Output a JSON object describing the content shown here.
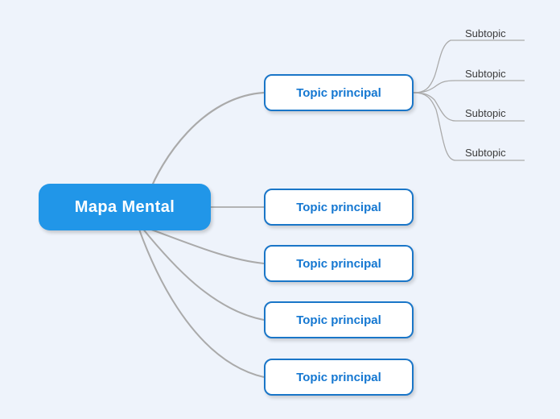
{
  "diagram": {
    "type": "mind-map",
    "background_color": "#eef3fb",
    "root": {
      "label": "Mapa Mental",
      "fill": "#2196e8",
      "text_color": "#ffffff"
    },
    "branch_color": "#aaaaaa",
    "topic_style": {
      "fill": "#ffffff",
      "border": "#1a76c8",
      "text_color": "#1477d1"
    },
    "topics": [
      {
        "label": "Topic principal"
      },
      {
        "label": "Topic principal"
      },
      {
        "label": "Topic principal"
      },
      {
        "label": "Topic principal"
      },
      {
        "label": "Topic principal"
      }
    ],
    "subtopics": [
      {
        "label": "Subtopic"
      },
      {
        "label": "Subtopic"
      },
      {
        "label": "Subtopic"
      },
      {
        "label": "Subtopic"
      }
    ]
  }
}
